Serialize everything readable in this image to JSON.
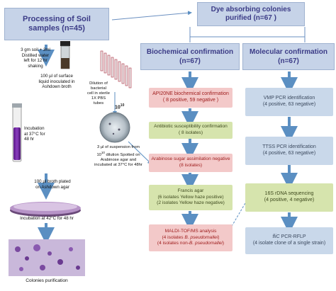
{
  "colors": {
    "header_fill": "#c6d3e8",
    "header_text": "#3b3b86",
    "red_fill": "#f3c9c9",
    "green_fill": "#d6e4ad",
    "blue_fill": "#c9d8ea",
    "arrow": "#5b8fc2"
  },
  "left": {
    "title": "Processing of Soil samples (n=45)",
    "step1": [
      "3 gm soil + 3ml",
      "Distilled water",
      "left for 12 hr",
      "shaking"
    ],
    "step2": [
      "100 µl of surface",
      "liquid inoculated in",
      "Ashdown broth"
    ],
    "step3": [
      "Incubation",
      "at 37°C for",
      "48 hr"
    ],
    "step4": [
      "100 µl broth plated",
      "on Ashdown agar"
    ],
    "step5": "Incubation at 42°C for 48 hr",
    "step6": "Colonies purification"
  },
  "middle": {
    "dilution": [
      "Dilution of",
      "bacterial",
      "cell in sterile",
      "1X PBS",
      "tubes"
    ],
    "exponent": "10",
    "exponent_sup": "10",
    "spot": [
      "3 µl of suspension from",
      "10",
      "10",
      " dilution Spotted on",
      "Arabinose agar and",
      "incubated at 37°C for 48hr"
    ]
  },
  "top": {
    "title_line1": "Dye absorbing colonies",
    "title_line2": "purified (n=67 )"
  },
  "bio": {
    "title_line1": "Biochemical confirmation",
    "title_line2": "(n=67)",
    "boxes": [
      {
        "line1": "API20NE biochemical confirmation",
        "line2": "( 8 positive, 59 negative )"
      },
      {
        "line1": "Antibiotic susceptibility confirmation",
        "line2": "( 8 isolates)"
      },
      {
        "line1": "Arabinose sugar assimilation negative",
        "line2": "(8 isolates)"
      },
      {
        "line1": "Francis agar",
        "line2": "(6 isolates Yellow haze positive)",
        "line3": "(2 isolates Yellow haze negative)"
      },
      {
        "line1": "MALDI-TOF/MS analysis",
        "line2a": "(4 isolates ",
        "line2b": "B. pseudomallei",
        "line2c": ")",
        "line3a": "(4 isolates non-",
        "line3b": "B. pseudomallei",
        "line3c": ")"
      }
    ]
  },
  "mol": {
    "title_line1": "Molecular confirmation",
    "title_line2": "(n=67)",
    "boxes": [
      {
        "line1": "VMP PCR identification",
        "line2": "(4 positive, 63 negative)"
      },
      {
        "line1": "TTSS PCR identification",
        "line2": "(4 positive, 63 negative)"
      },
      {
        "line1": "16S rDNA sequencing",
        "line2": "(4 positive, 4 negative)"
      },
      {
        "line1a": "fliC",
        "line1b": " PCR-RFLP",
        "line2": "(4 isolate clone of a single strain)"
      }
    ]
  }
}
